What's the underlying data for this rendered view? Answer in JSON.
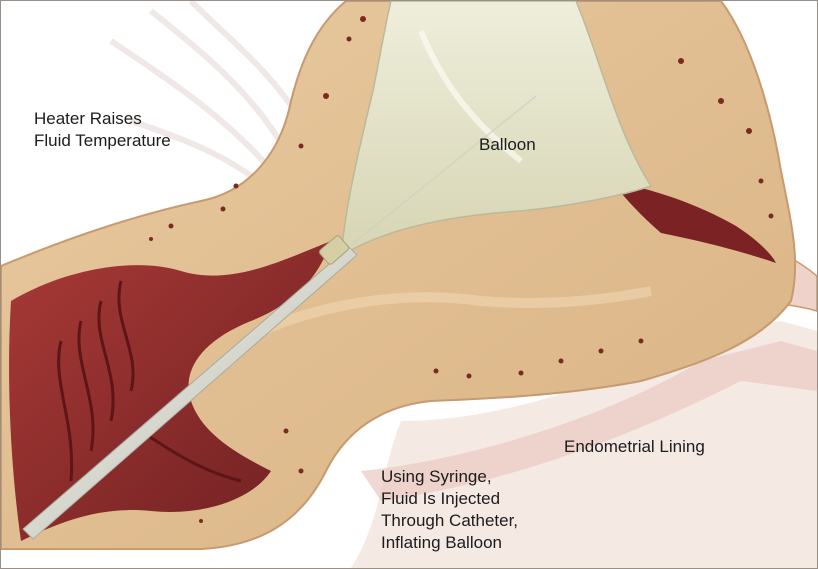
{
  "labels": {
    "heater": [
      "Heater Raises",
      "Fluid Temperature"
    ],
    "balloon": "Balloon",
    "lining": "Endometrial Lining",
    "syringe": [
      "Using Syringe,",
      "Fluid Is Injected",
      "Through Catheter,",
      "Inflating Balloon"
    ]
  },
  "colors": {
    "tissue": "#e2c094",
    "tissue_outline": "#c79a70",
    "cavity": "#8e2b2b",
    "balloon": "#e3e2c6",
    "catheter": "#dedfd2",
    "ligament": "#f3e1da"
  }
}
